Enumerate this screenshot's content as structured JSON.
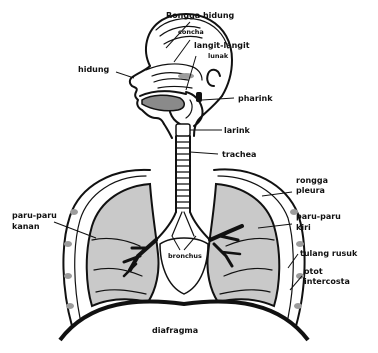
{
  "diagram": {
    "labels": {
      "rongga_hidung": "Rongga hidung",
      "concha": "concha",
      "langit_langit": "langit-langit",
      "lunak": "lunak",
      "hidung": "hidung",
      "pharink": "pharink",
      "larink": "larink",
      "trachea": "trachea",
      "rongga_pleura_1": "rongga",
      "rongga_pleura_2": "pleura",
      "paru_kanan_1": "paru-paru",
      "paru_kanan_2": "kanan",
      "paru_kiri_1": "paru-paru",
      "paru_kiri_2": "kiri",
      "tulang_rusuk": "tulang rusuk",
      "otot_1": "otot",
      "otot_2": "intercosta",
      "bronchus": "bronchus",
      "diafragma": "diafragma"
    }
  }
}
